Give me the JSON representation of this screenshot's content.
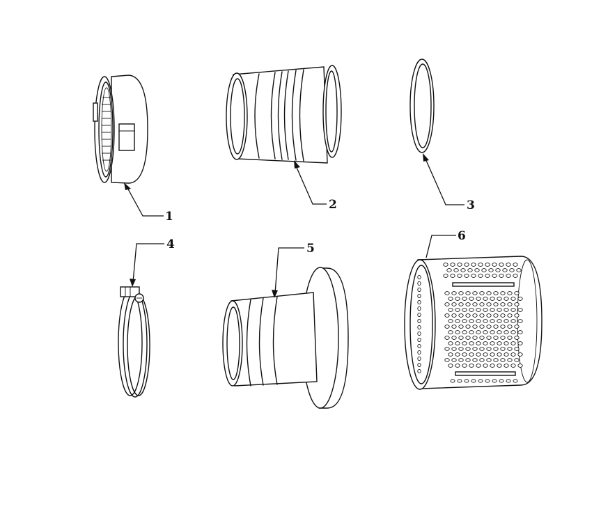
{
  "parts": [
    {
      "label": "1",
      "icon": "hose-coupling-cap-icon"
    },
    {
      "label": "2",
      "icon": "ribbed-sleeve-icon"
    },
    {
      "label": "3",
      "icon": "seal-ring-icon"
    },
    {
      "label": "4",
      "icon": "hose-clamp-icon"
    },
    {
      "label": "5",
      "icon": "flanged-hose-tail-icon"
    },
    {
      "label": "6",
      "icon": "perforated-strainer-basket-icon"
    }
  ]
}
